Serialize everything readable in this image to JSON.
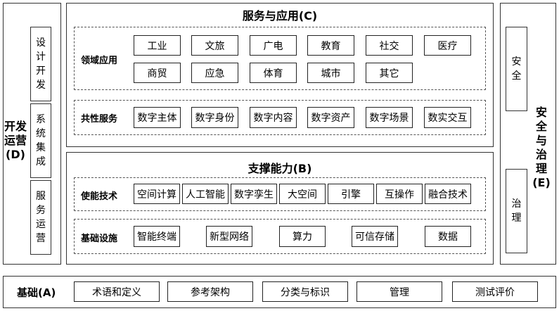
{
  "left": {
    "title": "开发运营(D)",
    "title_lines": [
      "开发",
      "运营",
      "(D)"
    ],
    "items": [
      {
        "label": "设计开发",
        "chars": [
          "设",
          "计",
          "开",
          "发"
        ]
      },
      {
        "label": "系统集成",
        "chars": [
          "系",
          "统",
          "集",
          "成"
        ]
      },
      {
        "label": "服务运营",
        "chars": [
          "服",
          "务",
          "运",
          "营"
        ]
      }
    ]
  },
  "right": {
    "title": "安全与治理(E)",
    "title_chars": [
      "安",
      "全",
      "与",
      "治",
      "理",
      "(E)"
    ],
    "items": [
      {
        "label": "安全",
        "chars": [
          "安",
          "全"
        ]
      },
      {
        "label": "治理",
        "chars": [
          "治",
          "理"
        ]
      }
    ]
  },
  "service": {
    "title": "服务与应用(C)",
    "domain": {
      "label": "领域应用",
      "row1": [
        "工业",
        "文旅",
        "广电",
        "教育",
        "社交",
        "医疗"
      ],
      "row2": [
        "商贸",
        "应急",
        "体育",
        "城市",
        "其它"
      ]
    },
    "common": {
      "label": "共性服务",
      "items": [
        "数字主体",
        "数字身份",
        "数字内容",
        "数字资产",
        "数字场景",
        "数实交互"
      ]
    }
  },
  "support": {
    "title": "支撑能力(B)",
    "enabling": {
      "label": "使能技术",
      "items": [
        "空间计算",
        "人工智能",
        "数字孪生",
        "大空间",
        "引擎",
        "互操作",
        "融合技术"
      ]
    },
    "infra": {
      "label": "基础设施",
      "items": [
        "智能终端",
        "新型网络",
        "算力",
        "可信存储",
        "数据"
      ]
    }
  },
  "foundation": {
    "label": "基础(A)",
    "items": [
      "术语和定义",
      "参考架构",
      "分类与标识",
      "管理",
      "测试评价"
    ]
  }
}
